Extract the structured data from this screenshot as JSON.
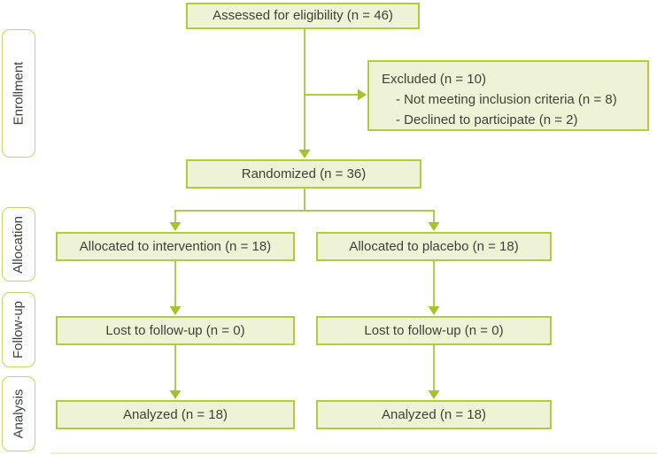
{
  "stages": [
    {
      "label": "Enrollment"
    },
    {
      "label": "Allocation"
    },
    {
      "label": "Follow-up"
    },
    {
      "label": "Analysis"
    }
  ],
  "nodes": {
    "assessed": {
      "label": "Assessed for eligibility (n = 46)"
    },
    "excluded": {
      "title": "Excluded (n = 10)",
      "items": [
        "- Not meeting inclusion criteria (n = 8)",
        "- Declined to participate (n = 2)"
      ]
    },
    "randomized": {
      "label": "Randomized (n = 36)"
    },
    "allocated_intervention": {
      "label": "Allocated to intervention (n = 18)"
    },
    "allocated_placebo": {
      "label": "Allocated to placebo (n = 18)"
    },
    "lost_intervention": {
      "label": "Lost to follow-up (n = 0)"
    },
    "lost_placebo": {
      "label": "Lost to follow-up (n = 0)"
    },
    "analyzed_intervention": {
      "label": "Analyzed (n = 18)"
    },
    "analyzed_placebo": {
      "label": "Analyzed (n = 18)"
    }
  },
  "colors": {
    "box_fill": "#eef3d5",
    "box_border": "#b5cb3b",
    "stage_border": "#c5d75f",
    "arrow": "#a4c32d",
    "text": "#3d4238",
    "bottom_rule": "#e9f0cd"
  }
}
